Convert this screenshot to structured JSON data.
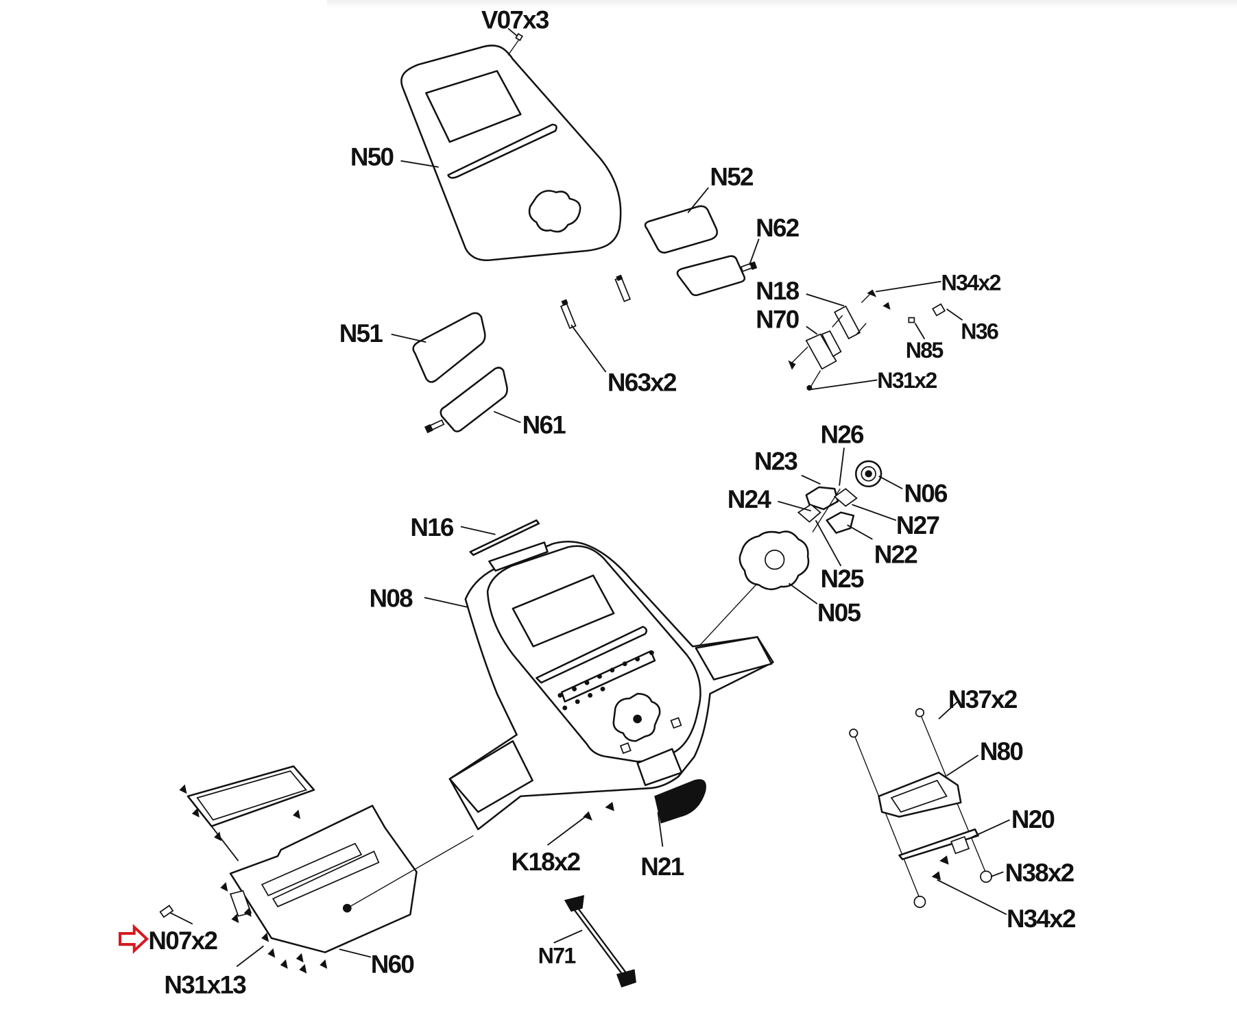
{
  "diagram": {
    "type": "exploded-parts-view",
    "subject": "console assembly",
    "highlight_color": "#d71920",
    "highlighted_part": "N07x2",
    "parts": [
      {
        "id": "V07x3",
        "label": "V07x3"
      },
      {
        "id": "N50",
        "label": "N50"
      },
      {
        "id": "N52",
        "label": "N52"
      },
      {
        "id": "N62",
        "label": "N62"
      },
      {
        "id": "N18",
        "label": "N18"
      },
      {
        "id": "N70",
        "label": "N70"
      },
      {
        "id": "N34x2_top",
        "label": "N34x2"
      },
      {
        "id": "N36",
        "label": "N36"
      },
      {
        "id": "N85",
        "label": "N85"
      },
      {
        "id": "N31x2",
        "label": "N31x2"
      },
      {
        "id": "N51",
        "label": "N51"
      },
      {
        "id": "N63x2",
        "label": "N63x2"
      },
      {
        "id": "N61",
        "label": "N61"
      },
      {
        "id": "N26",
        "label": "N26"
      },
      {
        "id": "N23",
        "label": "N23"
      },
      {
        "id": "N06",
        "label": "N06"
      },
      {
        "id": "N24",
        "label": "N24"
      },
      {
        "id": "N27",
        "label": "N27"
      },
      {
        "id": "N22",
        "label": "N22"
      },
      {
        "id": "N25",
        "label": "N25"
      },
      {
        "id": "N05",
        "label": "N05"
      },
      {
        "id": "N16",
        "label": "N16"
      },
      {
        "id": "N08",
        "label": "N08"
      },
      {
        "id": "N37x2",
        "label": "N37x2"
      },
      {
        "id": "N80",
        "label": "N80"
      },
      {
        "id": "N20",
        "label": "N20"
      },
      {
        "id": "N38x2",
        "label": "N38x2"
      },
      {
        "id": "N34x2_bottom",
        "label": "N34x2"
      },
      {
        "id": "K18x2",
        "label": "K18x2"
      },
      {
        "id": "N21",
        "label": "N21"
      },
      {
        "id": "N71",
        "label": "N71"
      },
      {
        "id": "N07x2",
        "label": "N07x2"
      },
      {
        "id": "N60",
        "label": "N60"
      },
      {
        "id": "N31x13",
        "label": "N31x13"
      }
    ]
  }
}
